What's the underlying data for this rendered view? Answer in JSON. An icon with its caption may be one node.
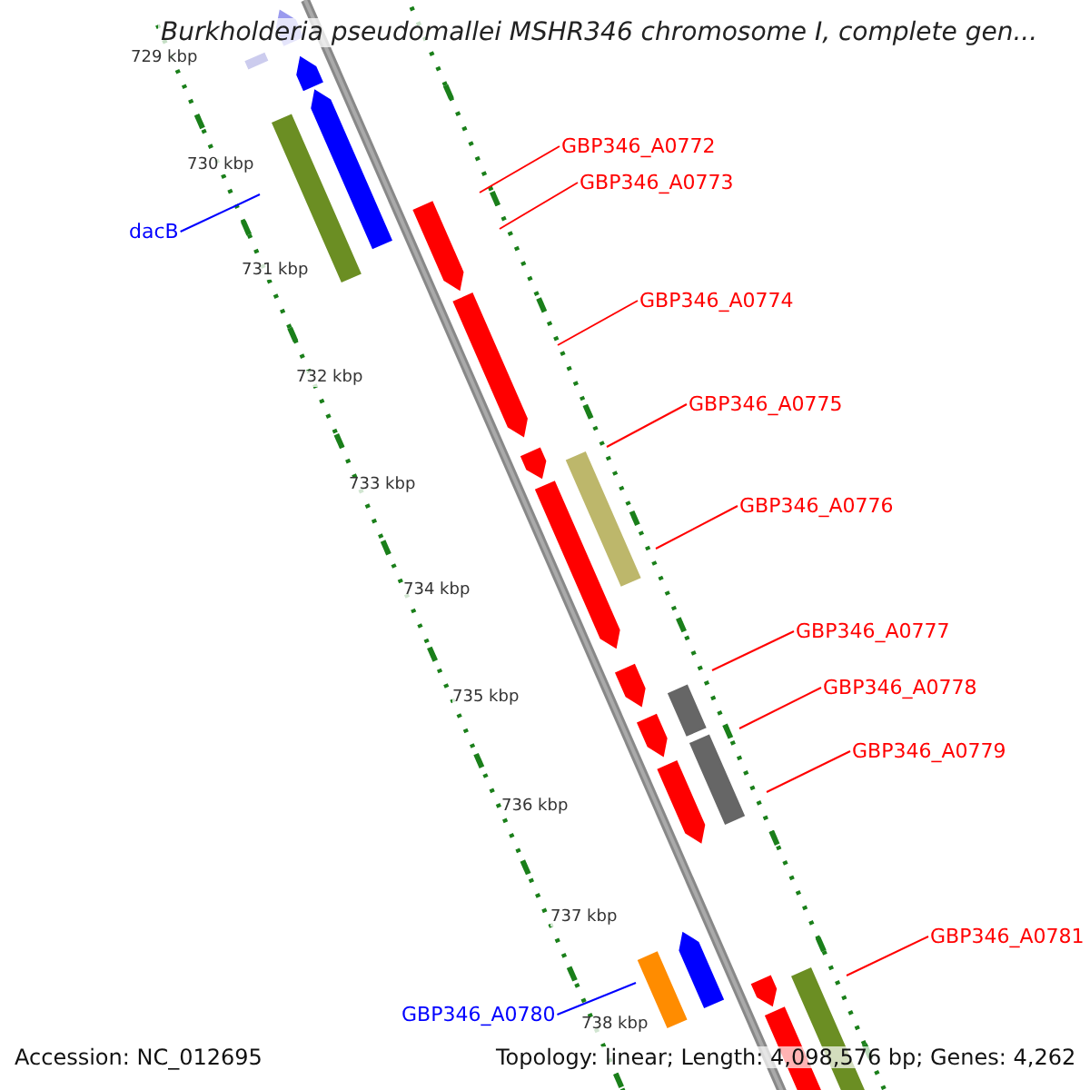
{
  "diagram": {
    "title": "Burkholderia pseudomallei MSHR346 chromosome I, complete gen...",
    "nodes": [
      {
        "text": [
          "GBP346_A0772"
        ]
      },
      {
        "text": [
          "GBP346_A0773"
        ]
      },
      {
        "text": [
          "dacB"
        ]
      },
      {
        "text": [
          "GBP346_A0774"
        ]
      },
      {
        "text": [
          "GBP346_A0775"
        ]
      },
      {
        "text": [
          "GBP346_A0776"
        ]
      },
      {
        "text": [
          "GBP346_A0777"
        ]
      },
      {
        "text": [
          "GBP346_A0778"
        ]
      },
      {
        "text": [
          "GBP346_A0779"
        ]
      },
      {
        "text": [
          "GBP346_A0781"
        ]
      },
      {
        "text": [
          "GBP346_A0780"
        ]
      }
    ],
    "edges": [
      {
        "from": 0,
        "to": null,
        "arrow": "none"
      },
      {
        "from": 1,
        "to": null,
        "arrow": "none"
      },
      {
        "from": 2,
        "to": null,
        "arrow": "none",
        "color": "#0000ff"
      },
      {
        "from": 3,
        "to": null,
        "arrow": "none"
      },
      {
        "from": 4,
        "to": null,
        "arrow": "none"
      },
      {
        "from": 5,
        "to": null,
        "arrow": "none"
      },
      {
        "from": 6,
        "to": null,
        "arrow": "none"
      },
      {
        "from": 7,
        "to": null,
        "arrow": "none"
      },
      {
        "from": 8,
        "to": null,
        "arrow": "none"
      },
      {
        "from": 9,
        "to": null,
        "arrow": "none"
      },
      {
        "from": 10,
        "to": null,
        "arrow": "none",
        "color": "#0000ff"
      }
    ],
    "labels": [
      "729 kbp",
      "730 kbp",
      "731 kbp",
      "732 kbp",
      "733 kbp",
      "734 kbp",
      "735 kbp",
      "736 kbp",
      "737 kbp",
      "738 kbp",
      "Accession: NC_012695",
      "Topology: linear; Length: 4,098,576 bp; Genes: 4,262"
    ]
  }
}
